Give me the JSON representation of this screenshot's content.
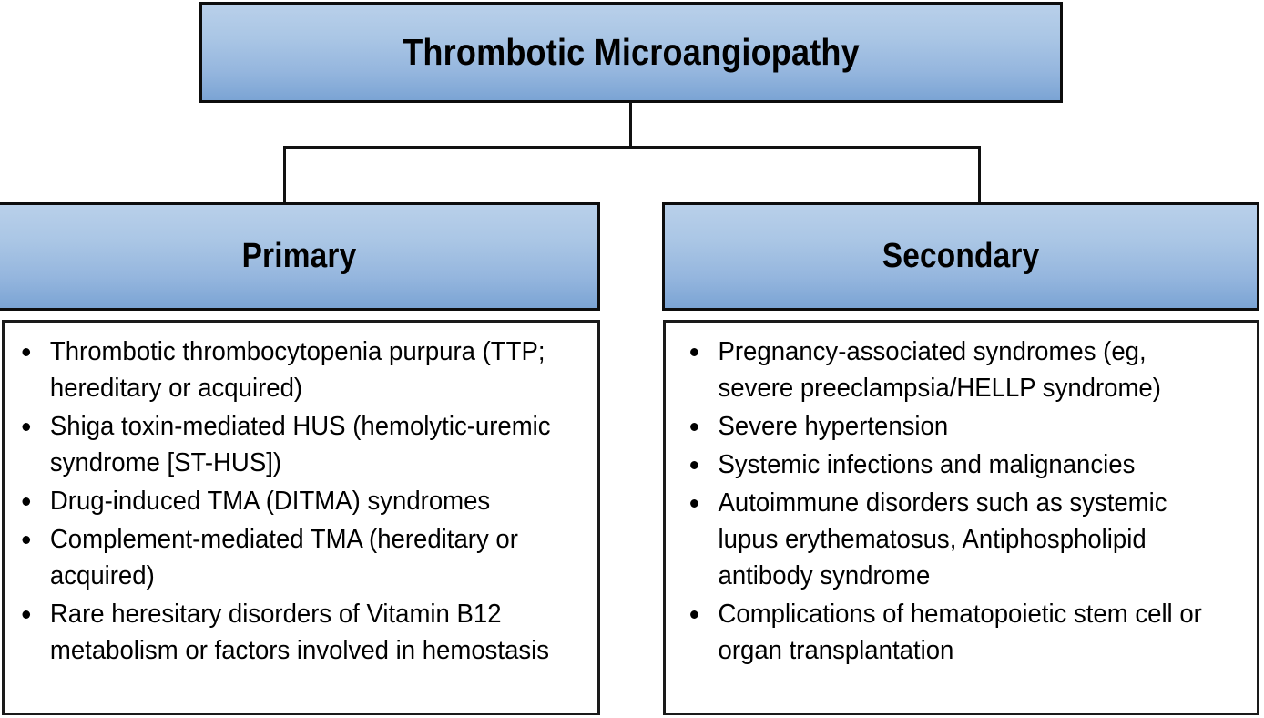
{
  "diagram": {
    "type": "hierarchy-flowchart",
    "root": {
      "title": "Thrombotic Microangiopathy"
    },
    "branches": [
      {
        "id": "primary",
        "header": "Primary",
        "items": [
          "Thrombotic thrombocytopenia purpura (TTP; hereditary or acquired)",
          "Shiga toxin-mediated HUS (hemolytic-uremic syndrome [ST-HUS])",
          "Drug-induced TMA (DITMA) syndromes",
          "Complement-mediated TMA (hereditary or acquired)",
          "Rare heresitary disorders of Vitamin B12 metabolism or factors involved in hemostasis"
        ]
      },
      {
        "id": "secondary",
        "header": "Secondary",
        "items": [
          "Pregnancy-associated syndromes (eg, severe preeclampsia/HELLP syndrome)",
          "Severe hypertension",
          "Systemic infections and malignancies",
          "Autoimmune disorders such as systemic lupus erythematosus, Antiphospholipid antibody syndrome",
          "Complications of hematopoietic stem cell or organ transplantation"
        ]
      }
    ],
    "colors": {
      "box_gradient_top": "#b9d0ea",
      "box_gradient_bottom": "#7ba4d4",
      "border": "#0d0d0d",
      "panel_background": "#ffffff",
      "text": "#000000",
      "connector": "#111111"
    }
  }
}
